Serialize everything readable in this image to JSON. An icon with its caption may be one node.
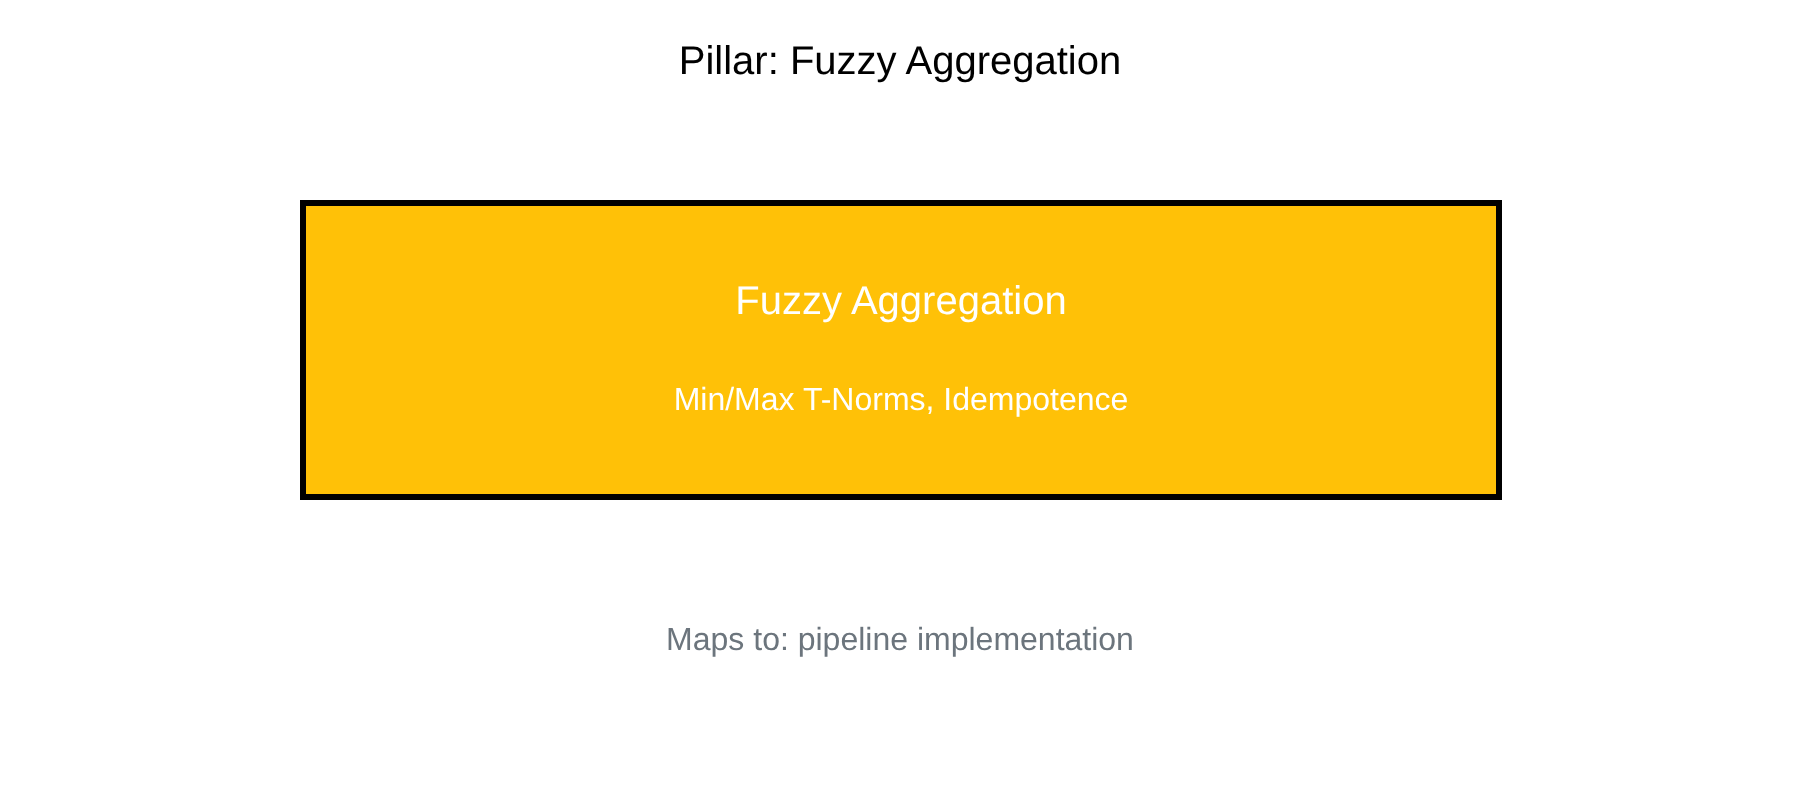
{
  "diagram": {
    "title": "Pillar: Fuzzy Aggregation",
    "nodes": [
      {
        "text": [
          "Fuzzy Aggregation",
          "Min/Max T-Norms, Idempotence"
        ]
      }
    ],
    "caption": "Maps to: pipeline implementation"
  }
}
